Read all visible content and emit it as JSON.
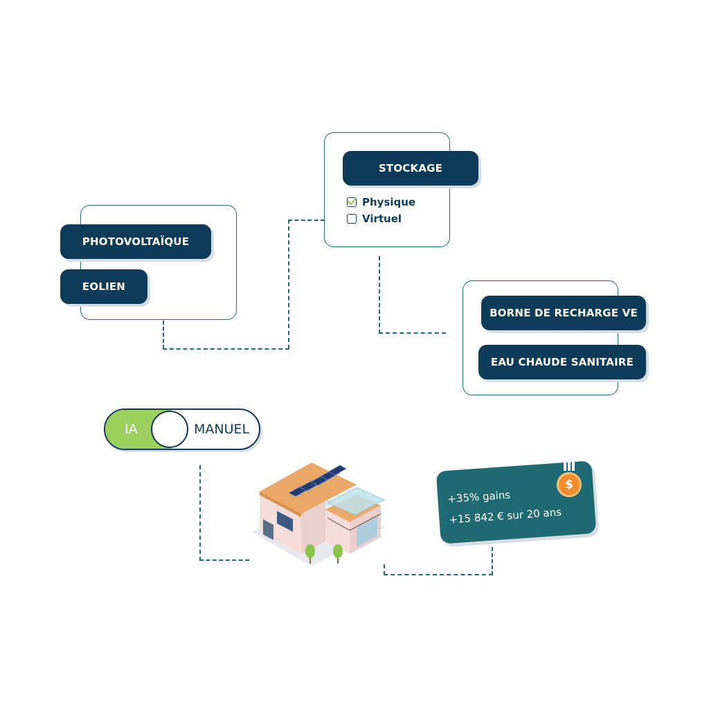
{
  "sources": {
    "items": [
      "PHOTOVOLTAÏQUE",
      "EOLIEN"
    ]
  },
  "storage": {
    "title": "STOCKAGE",
    "options": [
      {
        "label": "Physique",
        "checked": true
      },
      {
        "label": "Virtuel",
        "checked": false
      }
    ]
  },
  "consumers": {
    "items": [
      "BORNE DE RECHARGE VE",
      "EAU CHAUDE SANITAIRE"
    ]
  },
  "mode_toggle": {
    "left_label": "IA",
    "right_label": "MANUEL",
    "active": "IA"
  },
  "gains_card": {
    "line1": "+35% gains",
    "line2": "+15 842 € sur 20 ans",
    "coin_symbol": "$"
  },
  "colors": {
    "navy": "#0e3b57",
    "teal": "#1f6a73",
    "green": "#9ccf5e",
    "orange": "#f28b2c"
  },
  "icons": {
    "building": "building-illustration-icon",
    "coin": "dollar-coin-icon",
    "check": "checkmark-icon"
  }
}
